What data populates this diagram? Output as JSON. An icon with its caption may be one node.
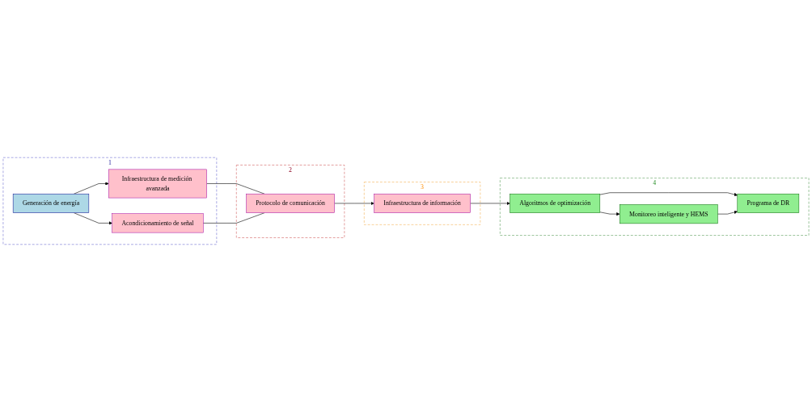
{
  "diagram": {
    "nodes": [
      {
        "text": [
          "1"
        ]
      },
      {
        "text": [
          "Generación de energía"
        ],
        "in": 0
      },
      {
        "text": [
          "Infraestructura de medición avanzada"
        ],
        "in": 0
      },
      {
        "text": [
          "Acondicionamiento de señal"
        ],
        "in": 0
      },
      {
        "text": [
          "2"
        ]
      },
      {
        "text": [
          "Protocolo de comunicación"
        ],
        "in": 4
      },
      {
        "text": [
          "3"
        ]
      },
      {
        "text": [
          "Infraestructura de información"
        ],
        "in": 6
      },
      {
        "text": [
          "4"
        ]
      },
      {
        "text": [
          "Monitoreo inteligente y HEMS"
        ],
        "in": 8
      },
      {
        "text": [
          "Algoritmos de optimización"
        ],
        "in": 8
      },
      {
        "text": [
          "Programa de DR"
        ],
        "in": 8
      }
    ],
    "edges": [
      {
        "from": 1,
        "to": 2,
        "arrow": "to"
      },
      {
        "from": 1,
        "to": 3,
        "arrow": "to"
      },
      {
        "from": 2,
        "to": 5,
        "arrow": "none"
      },
      {
        "from": 3,
        "to": 5,
        "arrow": "none"
      },
      {
        "from": 5,
        "to": 7,
        "arrow": "to"
      },
      {
        "from": 7,
        "to": 10,
        "arrow": "to"
      },
      {
        "from": 10,
        "to": 9,
        "arrow": "to"
      },
      {
        "from": 10,
        "to": 11,
        "arrow": "to"
      },
      {
        "from": 9,
        "to": 11,
        "arrow": "to"
      }
    ]
  }
}
